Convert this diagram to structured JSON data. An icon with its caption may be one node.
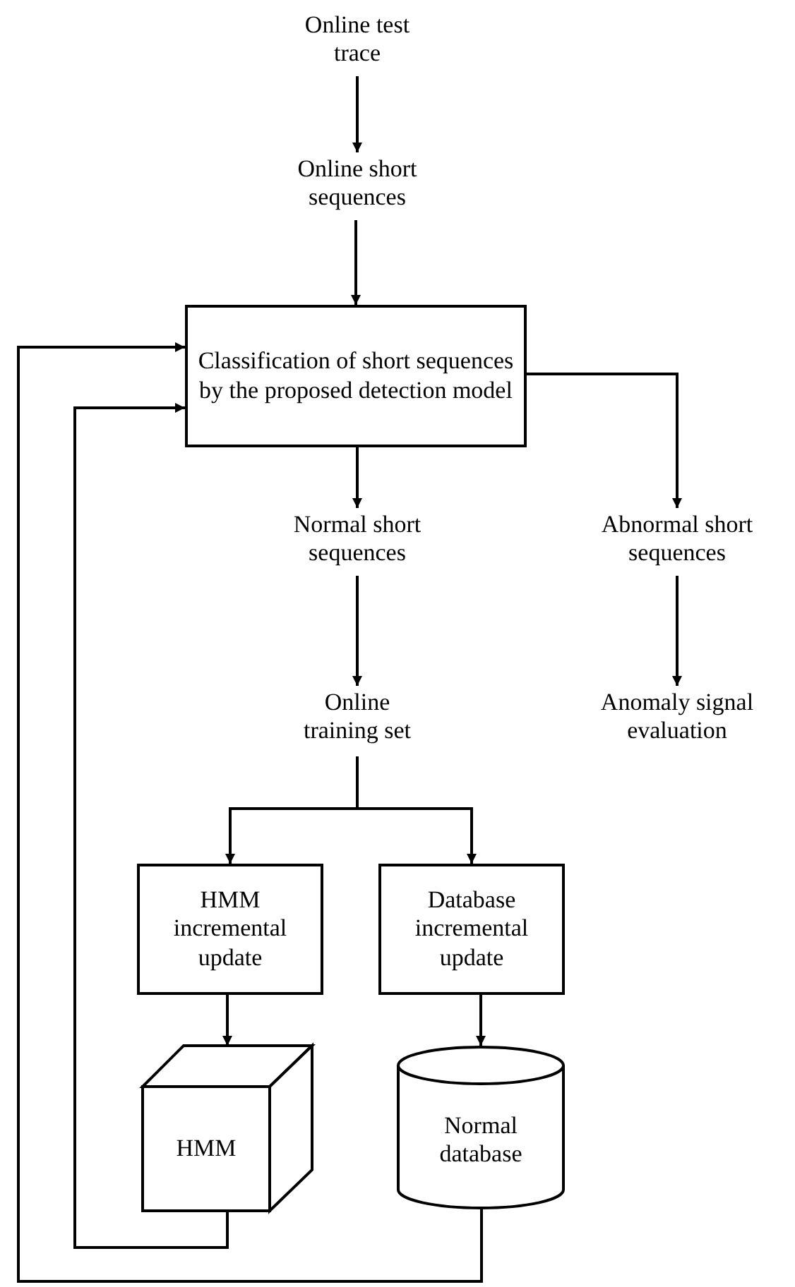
{
  "diagram": {
    "nodes": [
      {
        "text": [
          "Online test trace"
        ]
      },
      {
        "text": [
          "Online short sequences"
        ]
      },
      {
        "text": [
          "Classification of short sequences by the proposed detection model"
        ]
      },
      {
        "text": [
          "Normal short sequences"
        ]
      },
      {
        "text": [
          "Abnormal short sequences"
        ]
      },
      {
        "text": [
          "Online training set"
        ]
      },
      {
        "text": [
          "Anomaly signal evaluation"
        ]
      },
      {
        "text": [
          "HMM incremental update"
        ]
      },
      {
        "text": [
          "Database incremental update"
        ]
      },
      {
        "text": [
          "HMM"
        ]
      },
      {
        "text": [
          "Normal database"
        ]
      }
    ],
    "edges": [
      {
        "from": 0,
        "to": 1,
        "arrow": "to"
      },
      {
        "from": 1,
        "to": 2,
        "arrow": "to"
      },
      {
        "from": 2,
        "to": 3,
        "arrow": "to"
      },
      {
        "from": 2,
        "to": 4,
        "arrow": "to"
      },
      {
        "from": 3,
        "to": 5,
        "arrow": "to"
      },
      {
        "from": 4,
        "to": 6,
        "arrow": "to"
      },
      {
        "from": 5,
        "to": 7,
        "arrow": "to"
      },
      {
        "from": 5,
        "to": 8,
        "arrow": "to"
      },
      {
        "from": 7,
        "to": 9,
        "arrow": "to"
      },
      {
        "from": 8,
        "to": 10,
        "arrow": "to"
      },
      {
        "from": 9,
        "to": 2,
        "arrow": "to"
      },
      {
        "from": 10,
        "to": 2,
        "arrow": "to"
      }
    ]
  }
}
